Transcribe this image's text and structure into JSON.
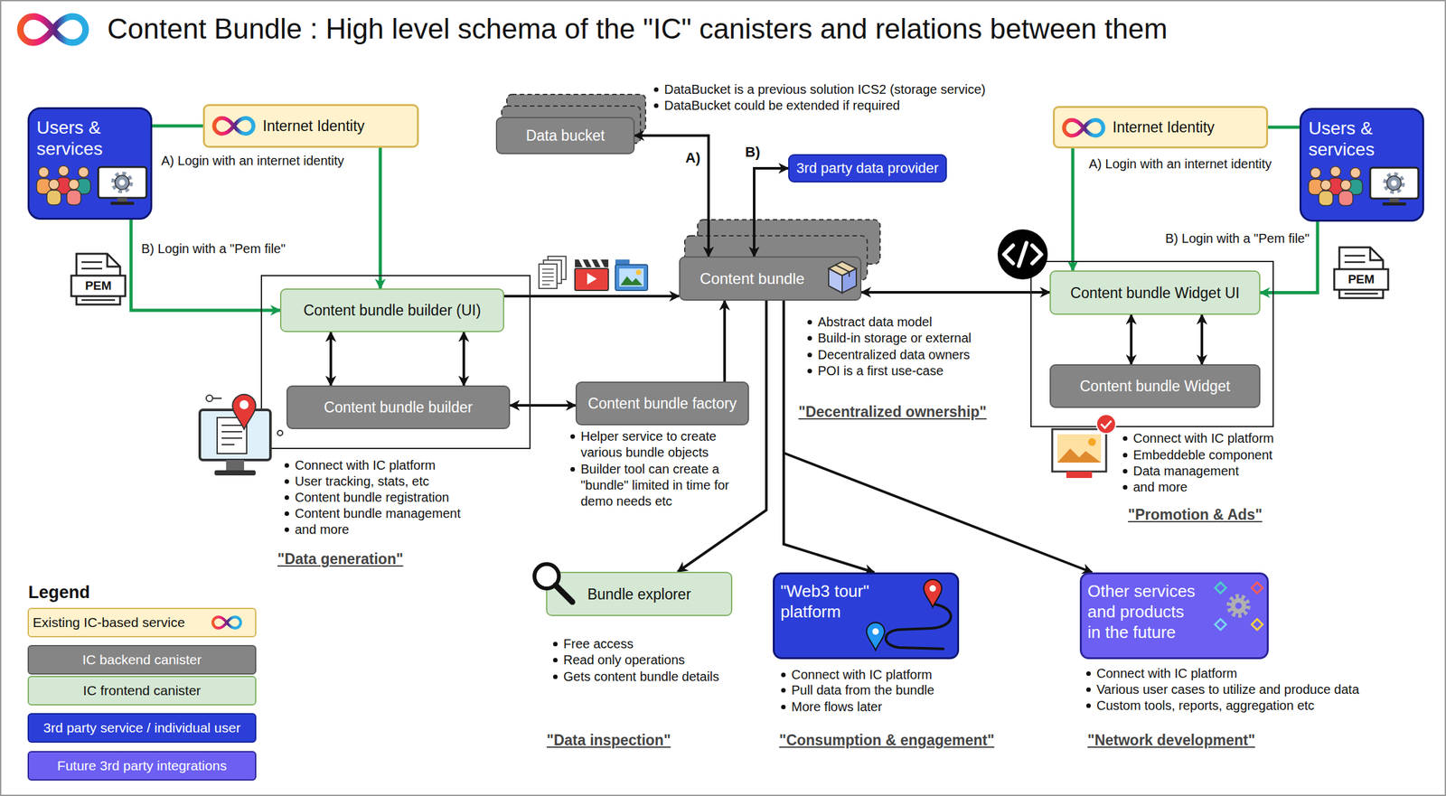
{
  "diagram": {
    "title": "Content Bundle : High level schema of the \"IC\" canisters and relations between them",
    "nodes": [
      {
        "text": [
          "Users & services"
        ]
      },
      {
        "text": [
          "Internet Identity"
        ]
      },
      {
        "text": [
          "Data bucket"
        ]
      },
      {
        "text": [
          "3rd party data provider"
        ]
      },
      {
        "text": [
          "Internet Identity"
        ]
      },
      {
        "text": [
          "Users & services"
        ]
      },
      {
        "text": [
          "Content bundle"
        ]
      },
      {
        "text": [
          "Connect with IC platform",
          "User tracking, stats, etc",
          "Content bundle registration",
          "Content bundle management",
          "and more",
          "\"Data generation\""
        ]
      },
      {
        "text": [
          "Content bundle builder (UI)"
        ],
        "in": 7
      },
      {
        "text": [
          "Content bundle builder"
        ],
        "in": 7
      },
      {
        "text": [
          "Connect with IC platform",
          "Embeddeble component",
          "Data management",
          "and more",
          "\"Promotion & Ads\""
        ]
      },
      {
        "text": [
          "Content bundle Widget UI"
        ],
        "in": 10
      },
      {
        "text": [
          "Content bundle Widget"
        ],
        "in": 10
      },
      {
        "text": [
          "Content bundle factory"
        ]
      },
      {
        "text": [
          "Bundle explorer"
        ]
      },
      {
        "text": [
          "\"Web3 tour\" platform"
        ]
      },
      {
        "text": [
          "Other services and products in the future"
        ]
      }
    ],
    "edges": [
      {
        "from": 0,
        "to": 1,
        "arrow": "none"
      },
      {
        "from": 1,
        "to": 8,
        "arrow": "to"
      },
      {
        "from": 0,
        "to": 8,
        "arrow": "to"
      },
      {
        "from": 8,
        "to": 9,
        "arrow": "both"
      },
      {
        "from": 8,
        "to": 9,
        "arrow": "both"
      },
      {
        "from": 8,
        "to": 6,
        "arrow": "to"
      },
      {
        "from": 9,
        "to": 13,
        "arrow": "both"
      },
      {
        "from": 13,
        "to": 6,
        "arrow": "to"
      },
      {
        "from": 6,
        "to": 2,
        "label": "A)",
        "arrow": "both"
      },
      {
        "from": 6,
        "to": 3,
        "label": "B)",
        "arrow": "both"
      },
      {
        "from": 6,
        "to": 11,
        "arrow": "both"
      },
      {
        "from": 4,
        "to": 11,
        "arrow": "to"
      },
      {
        "from": 5,
        "to": 4,
        "arrow": "none"
      },
      {
        "from": 5,
        "to": 11,
        "arrow": "to"
      },
      {
        "from": 11,
        "to": 12,
        "arrow": "both"
      },
      {
        "from": 11,
        "to": 12,
        "arrow": "both"
      },
      {
        "from": 6,
        "to": 14,
        "arrow": "to"
      },
      {
        "from": 6,
        "to": 15,
        "arrow": "to"
      },
      {
        "from": 6,
        "to": 16,
        "arrow": "to"
      }
    ],
    "labels": [
      "DataBucket is a previous solution ICS2 (storage service)",
      "DataBucket could be extended if required",
      "A) Login with an internet identity",
      "B) Login with a \"Pem file\"",
      "PEM",
      "A) Login with an internet identity",
      "B) Login with a \"Pem file\"",
      "PEM",
      "Abstract data model",
      "Build-in storage or external",
      "Decentralized data owners",
      "POI is a first use-case",
      "\"Decentralized ownership\"",
      "Helper service to create various bundle objects",
      "Builder tool can create a \"bundle\" limited in time for demo needs etc",
      "Free access",
      "Read only operations",
      "Gets content bundle details",
      "\"Data inspection\"",
      "Connect with IC platform",
      "Pull data from the bundle",
      "More flows later",
      "\"Consumption & engagement\"",
      "Connect with IC platform",
      "Various user cases to utilize and produce data",
      "Custom tools, reports, aggregation etc",
      "\"Network development\"",
      "Legend"
    ],
    "legend": [
      {
        "text": "Existing IC-based service",
        "color": "#fff2cc"
      },
      {
        "text": "IC backend canister",
        "color": "#858585"
      },
      {
        "text": "IC frontend canister",
        "color": "#d5e8d4"
      },
      {
        "text": "3rd party service / individual user",
        "color": "#2b3fd8"
      },
      {
        "text": "Future 3rd party integrations",
        "color": "#6c5ff2"
      }
    ]
  }
}
